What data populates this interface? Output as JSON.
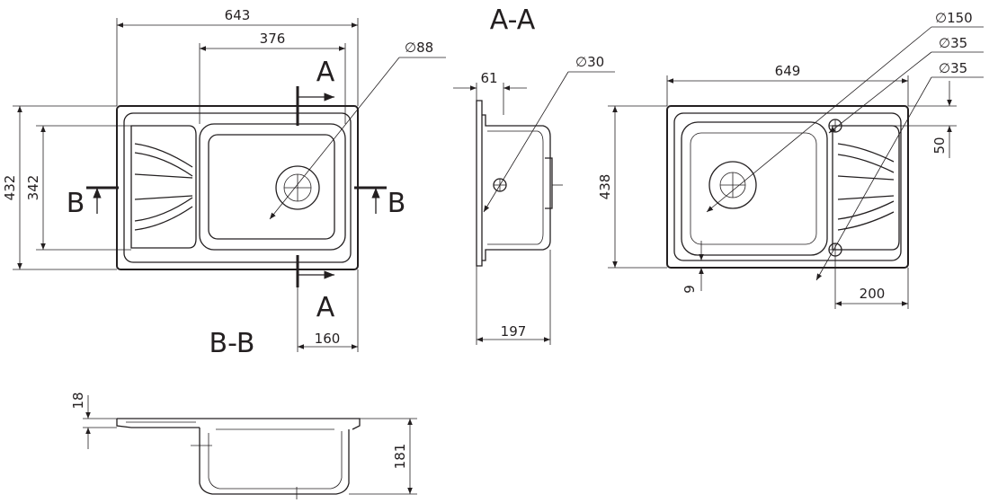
{
  "colors": {
    "line": "#231f20",
    "background": "#ffffff"
  },
  "top_view": {
    "width": "643",
    "bowl_width": "376",
    "height": "432",
    "inner_height": "342",
    "drain_diameter": "88",
    "drain_offset": "160"
  },
  "side_view": {
    "rim": "61",
    "depth": "197",
    "overflow_diameter": "30"
  },
  "bottom_view": {
    "width": "649",
    "height": "438",
    "drain_diameter": "150",
    "tap_hole_1": "35",
    "tap_hole_2": "35",
    "offset_top": "50",
    "offset_bottom": "9",
    "offset_right": "200"
  },
  "section_bb": {
    "rim_thickness": "18",
    "depth": "181"
  },
  "labels": {
    "section_aa_title": "A-A",
    "section_bb_title": "B-B",
    "cut_a": "A",
    "cut_b": "B"
  }
}
